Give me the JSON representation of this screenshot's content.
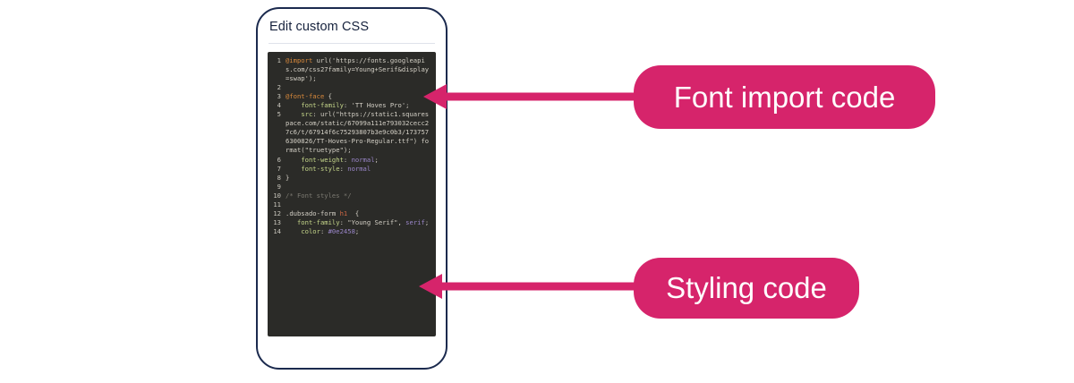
{
  "phone": {
    "panel_title": "Edit custom CSS",
    "code_lines": [
      {
        "number": "1",
        "segments": [
          {
            "text": "@import",
            "type": "atrule"
          },
          {
            "text": " url('https://fonts.googleapis.com/css27family=Young+Serif&display=swap');",
            "type": "string"
          }
        ]
      },
      {
        "number": "2",
        "segments": [
          {
            "text": "",
            "type": "punct"
          }
        ]
      },
      {
        "number": "3",
        "segments": [
          {
            "text": "@font-face",
            "type": "atrule"
          },
          {
            "text": " {",
            "type": "punct"
          }
        ]
      },
      {
        "number": "4",
        "segments": [
          {
            "text": "    font-family",
            "type": "prop"
          },
          {
            "text": ": 'TT Hoves Pro';",
            "type": "string"
          }
        ]
      },
      {
        "number": "5",
        "segments": [
          {
            "text": "    src",
            "type": "prop"
          },
          {
            "text": ": url(\"https://static1.squarespace.com/static/67099a111e793032cecc27c6/t/67914f6c75293807b3e9c0b3/1737576300826/TT-Hoves-Pro-Regular.ttf\") format(\"truetype\");",
            "type": "string"
          }
        ]
      },
      {
        "number": "6",
        "segments": [
          {
            "text": "    font-weight",
            "type": "prop"
          },
          {
            "text": ": ",
            "type": "punct"
          },
          {
            "text": "normal",
            "type": "value"
          },
          {
            "text": ";",
            "type": "punct"
          }
        ]
      },
      {
        "number": "7",
        "segments": [
          {
            "text": "    font-style",
            "type": "prop"
          },
          {
            "text": ": ",
            "type": "punct"
          },
          {
            "text": "normal",
            "type": "value"
          }
        ]
      },
      {
        "number": "8",
        "segments": [
          {
            "text": "}",
            "type": "punct"
          }
        ]
      },
      {
        "number": "9",
        "segments": [
          {
            "text": "",
            "type": "punct"
          }
        ]
      },
      {
        "number": "10",
        "segments": [
          {
            "text": "/* Font styles */",
            "type": "comment"
          }
        ]
      },
      {
        "number": "11",
        "segments": [
          {
            "text": "",
            "type": "punct"
          }
        ]
      },
      {
        "number": "12",
        "segments": [
          {
            "text": ".dubsado-form ",
            "type": "selector"
          },
          {
            "text": "h1",
            "type": "elem"
          },
          {
            "text": "  {",
            "type": "punct"
          }
        ]
      },
      {
        "number": "13",
        "segments": [
          {
            "text": "   font-family",
            "type": "prop"
          },
          {
            "text": ": \"Young Serif\", ",
            "type": "string"
          },
          {
            "text": "serif",
            "type": "value"
          },
          {
            "text": ";",
            "type": "punct"
          }
        ]
      },
      {
        "number": "14",
        "segments": [
          {
            "text": "    color",
            "type": "prop"
          },
          {
            "text": ": ",
            "type": "punct"
          },
          {
            "text": "#0e2458",
            "type": "value"
          },
          {
            "text": ";",
            "type": "punct"
          }
        ]
      }
    ]
  },
  "callouts": [
    {
      "label": "Font import code"
    },
    {
      "label": "Styling code"
    }
  ],
  "colors": {
    "accent_pink": "#d6246b",
    "frame_navy": "#1b2a4e",
    "code_background": "#2b2b28",
    "code_foreground": "#d4d0c6"
  }
}
